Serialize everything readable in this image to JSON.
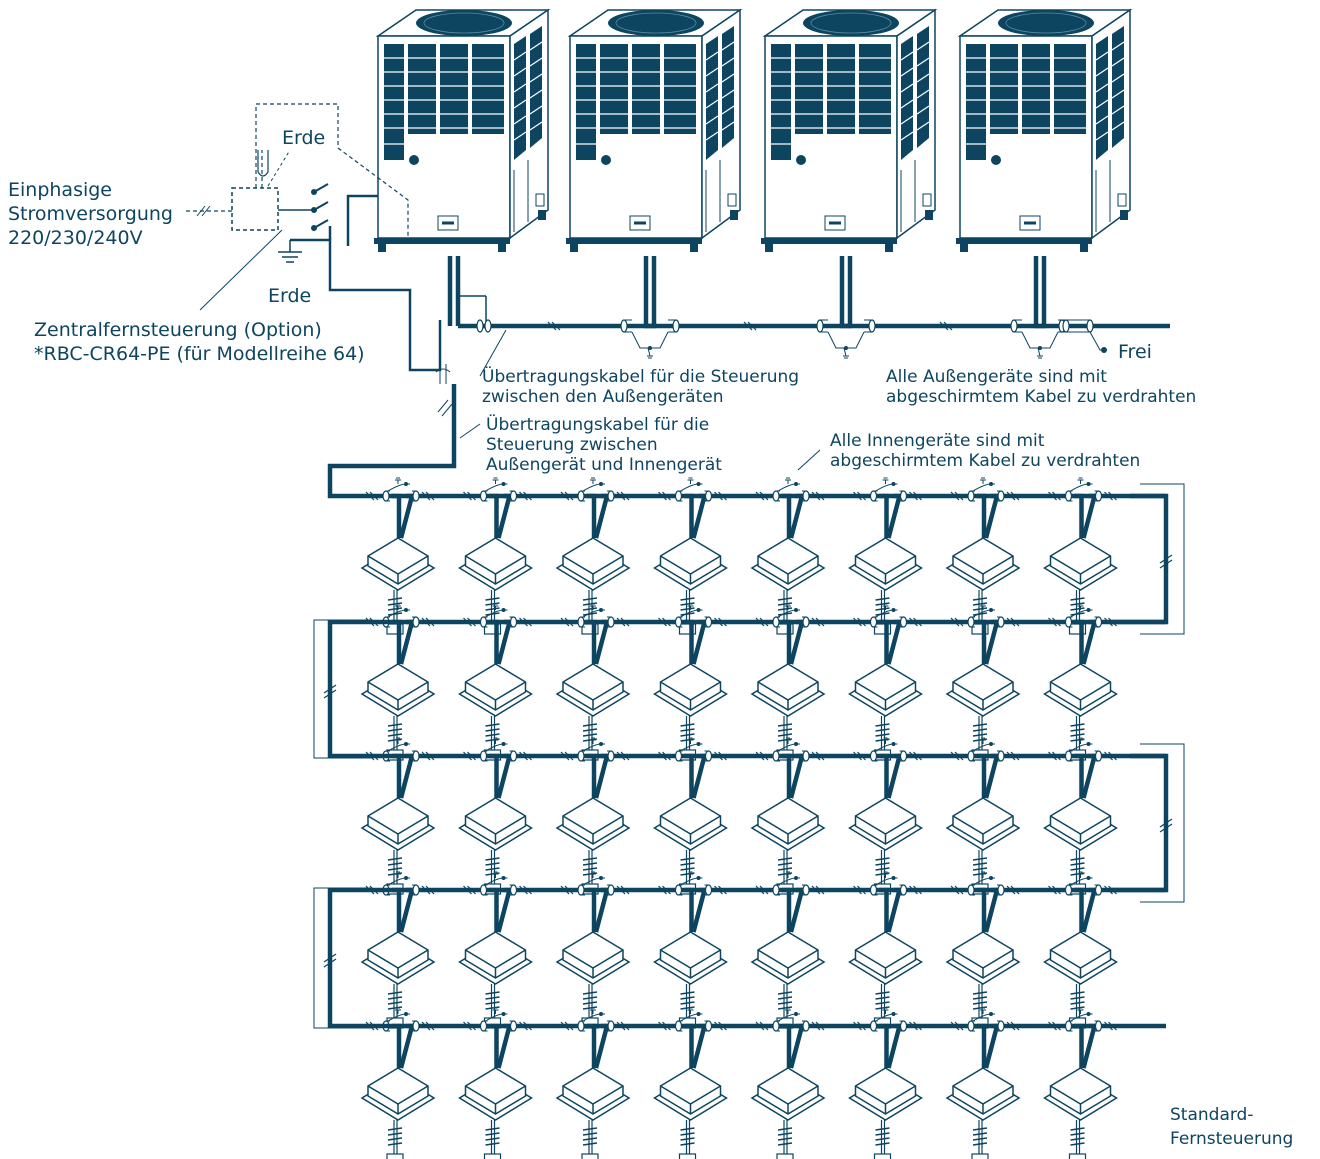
{
  "colors": {
    "cable": "#0d4560",
    "unit_fill": "#ffffff",
    "unit_stroke": "#0d4560",
    "background": "#ffffff"
  },
  "labels": {
    "power_supply": [
      "Einphasige",
      "Stromversorgung",
      "220/230/240V"
    ],
    "earth_top": "Erde",
    "earth_bottom": "Erde",
    "central_remote": [
      "Zentralfernsteuerung (Option)",
      "*RBC-CR64-PE (für Modellreihe 64)"
    ],
    "outdoor_cable": [
      "Übertragungskabel für die Steuerung",
      "zwischen den Außengeräten"
    ],
    "outdoor_shield_note": [
      "Alle Außengeräte sind mit",
      "abgeschirmtem Kabel zu verdrahten"
    ],
    "free": "Frei",
    "outdoor_indoor_cable": [
      "Übertragungskabel für die",
      "Steuerung zwischen",
      "Außengerät und Innengerät"
    ],
    "indoor_shield_note": [
      "Alle Innengeräte sind mit",
      "abgeschirmtem Kabel zu verdrahten"
    ],
    "standard_remote": [
      "Standard-",
      "Fernsteuerung"
    ]
  },
  "layout_info": {
    "outdoor_units": 4,
    "indoor_rows": 5,
    "indoor_units_per_row": 8
  },
  "icons": [
    "outdoor-unit-icon",
    "indoor-cassette-icon",
    "remote-control-icon",
    "earth-symbol-icon",
    "power-switch-icon",
    "central-controller-box-icon"
  ]
}
